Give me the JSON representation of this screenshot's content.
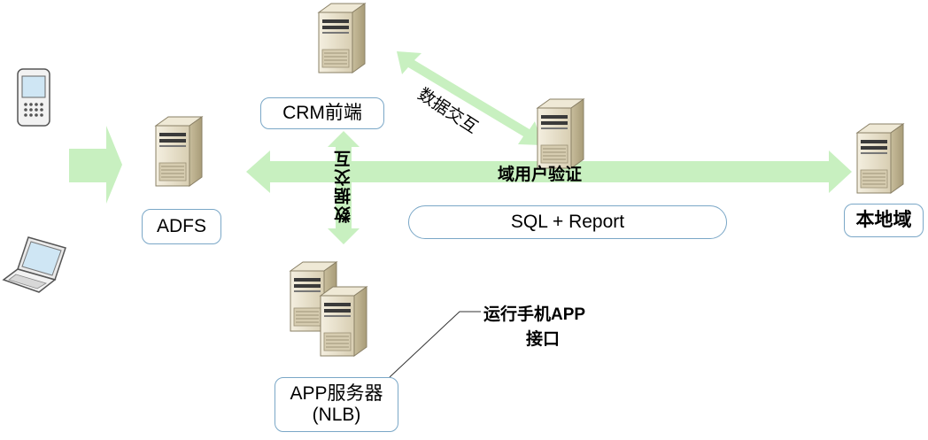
{
  "nodes": {
    "crm": {
      "label": "CRM前端"
    },
    "adfs": {
      "label": "ADFS"
    },
    "sql": {
      "label": "SQL + Report"
    },
    "local_domain": {
      "label": "本地域"
    },
    "app_server": {
      "label_line1": "APP服务器",
      "label_line2": "(NLB)"
    }
  },
  "edges": {
    "crm_sql": {
      "label": "数据交互"
    },
    "crm_app": {
      "label": "数据交互"
    },
    "domain_auth": {
      "label": "域用户验证"
    }
  },
  "callout": {
    "line1": "运行手机APP",
    "line2": "接口"
  },
  "icons": [
    "smartphone-icon",
    "laptop-icon",
    "server-icon"
  ],
  "colors": {
    "arrow": "#c8f0c0",
    "label_border": "#7aa7c7",
    "server_body": "#e4dcc4"
  }
}
